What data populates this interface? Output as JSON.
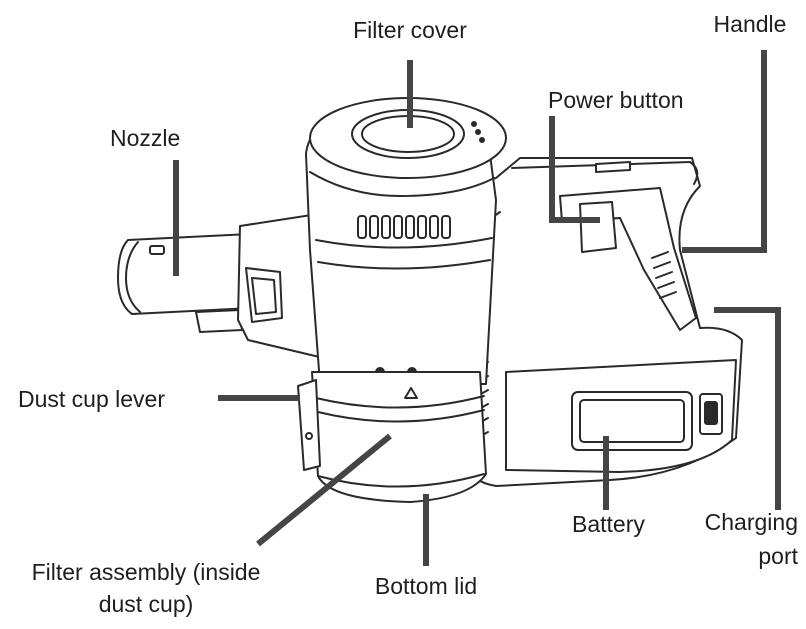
{
  "labels": {
    "filter_cover": "Filter cover",
    "handle": "Handle",
    "power_button": "Power button",
    "nozzle": "Nozzle",
    "dust_cup_lever": "Dust cup lever",
    "battery": "Battery",
    "charging_port_line1": "Charging",
    "charging_port_line2": "port",
    "filter_assembly_line1": "Filter assembly (inside",
    "filter_assembly_line2": "dust cup)",
    "bottom_lid": "Bottom lid"
  },
  "colors": {
    "leader_line": "#454545",
    "outline": "#2a2a2a",
    "text": "#1e1e1e"
  }
}
